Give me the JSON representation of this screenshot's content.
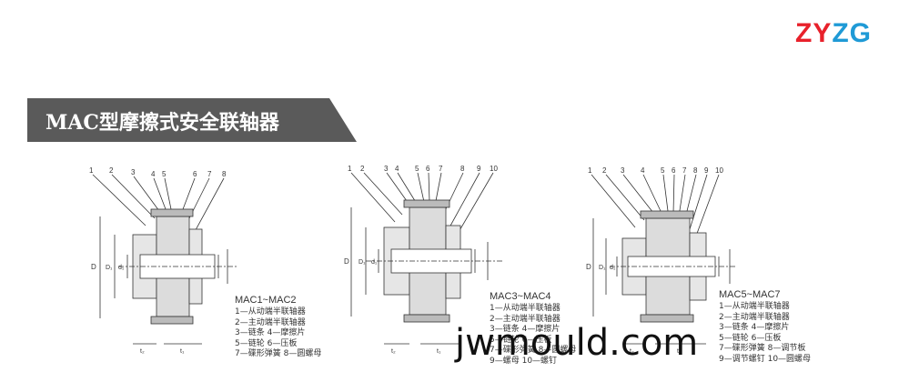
{
  "logo": {
    "part1": "ZY",
    "part2": "ZG"
  },
  "banner": {
    "title": "MAC型摩擦式安全联轴器"
  },
  "drawings": [
    {
      "model": "MAC1~MAC2",
      "legend": [
        "1—从动端半联轴器",
        "2—主动端半联轴器",
        "3—链条    4—摩擦片",
        "5—链轮    6—压板",
        "7—碟形弹簧   8—圆螺母"
      ]
    },
    {
      "model": "MAC3~MAC4",
      "legend": [
        "1—从动端半联轴器",
        "2—主动端半联轴器",
        "3—链条    4—摩擦片",
        "5—链轮    6—压板",
        "7—碟形弹簧   8—圆螺母",
        "9—螺母    10—螺钉"
      ]
    },
    {
      "model": "MAC5~MAC7",
      "legend": [
        "1—从动端半联轴器",
        "2—主动端半联轴器",
        "3—链条    4—摩擦片",
        "5—链轮    6—压板",
        "7—碟形弹簧   8—调节板",
        "9—调节螺钉   10—圆螺母"
      ]
    }
  ],
  "watermark": "jwmould.com"
}
